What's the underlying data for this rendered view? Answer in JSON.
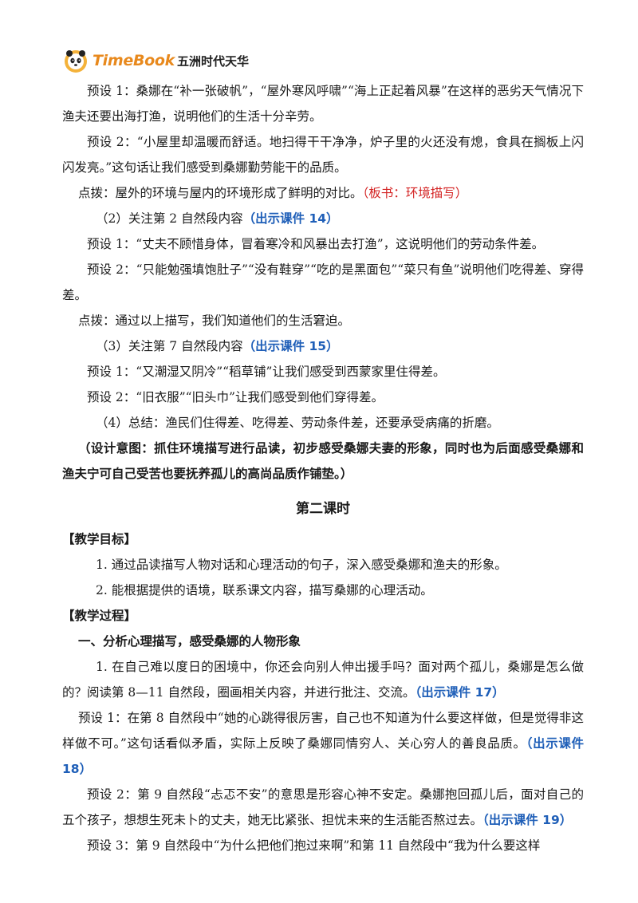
{
  "header": {
    "brand_en": "TimeBook",
    "brand_cn": "五洲时代天华",
    "logo_icon": "panda-logo-icon"
  },
  "paragraphs": {
    "p1": "预设 1：桑娜在“补一张破帆”，“屋外寒风呼啸”“海上正起着风暴”在这样的恶劣天气情况下渔夫还要出海打渔，说明他们的生活十分辛劳。",
    "p2": "预设 2：“小屋里却温暖而舒适。地扫得干干净净，炉子里的火还没有熄，食具在搁板上闪闪发亮。”这句话让我们感受到桑娜勤劳能干的品质。",
    "p3_text": "点拨：屋外的环境与屋内的环境形成了鲜明的对比。",
    "p3_red": "（板书：环境描写）",
    "p4_text": "（2）关注第 2 自然段内容",
    "p4_blue": "（出示课件 14）",
    "p5": "预设 1：“丈夫不顾惜身体，冒着寒冷和风暴出去打渔”，这说明他们的劳动条件差。",
    "p6": "预设 2：“只能勉强填饱肚子”“没有鞋穿”“吃的是黑面包”“菜只有鱼”说明他们吃得差、穿得差。",
    "p7": "点拨：通过以上描写，我们知道他们的生活窘迫。",
    "p8_text": "（3）关注第 7 自然段内容",
    "p8_blue": "（出示课件 15）",
    "p9": "预设 1：“又潮湿又阴冷”“稻草铺”让我们感受到西蒙家里住得差。",
    "p10": "预设 2：“旧衣服”“旧头巾”让我们感受到他们穿得差。",
    "p11": "（4）总结：渔民们住得差、吃得差、劳动条件差，还要承受病痛的折磨。",
    "p12": "（设计意图：抓住环境描写进行品读，初步感受桑娜夫妻的形象，同时也为后面感受桑娜和渔夫宁可自己受苦也要抚养孤儿的高尚品质作铺垫。）",
    "lesson_title": "第二课时",
    "goals_head": "【教学目标】",
    "goal1": "1. 通过品读描写人物对话和心理活动的句子，深入感受桑娜和渔夫的形象。",
    "goal2": "2. 能根据提供的语境，联系课文内容，描写桑娜的心理活动。",
    "process_head": "【教学过程】",
    "sec1": "一、分析心理描写，感受桑娜的人物形象",
    "q1_text": "1. 在自己难以度日的困境中，你还会向别人伸出援手吗？面对两个孤儿，桑娜是怎么做的？阅读第 8—11 自然段，圈画相关内容，并进行批注、交流。",
    "q1_blue": "（出示课件 17）",
    "a1_text": "预设 1：在第 8 自然段中“她的心跳得很厉害，自己也不知道为什么要这样做，但是觉得非这样做不可。”这句话看似矛盾，实际上反映了桑娜同情穷人、关心穷人的善良品质。",
    "a1_blue": "（出示课件 18）",
    "a2_text": "预设 2：第 9 自然段“忐忑不安”的意思是形容心神不安定。桑娜抱回孤儿后，面对自己的五个孩子，想想生死未卜的丈夫，她无比紧张、担忧未来的生活能否熬过去。",
    "a2_blue": "（出示课件 19）",
    "a3": "预设 3：第 9 自然段中“为什么把他们抱过来啊”和第 11 自然段中“我为什么要这样"
  }
}
